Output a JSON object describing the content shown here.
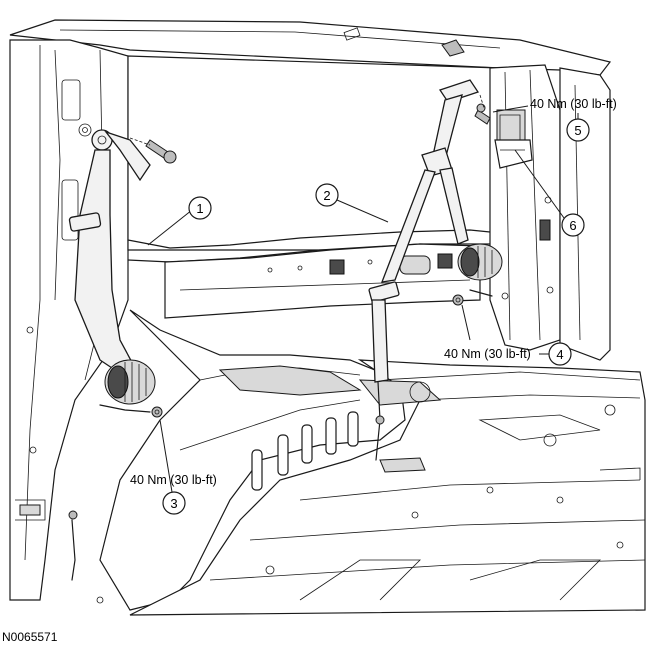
{
  "figure_id": "N0065571",
  "callouts": [
    {
      "number": "1"
    },
    {
      "number": "2"
    },
    {
      "number": "3",
      "torque": "40 Nm (30 lb-ft)"
    },
    {
      "number": "4",
      "torque": "40 Nm (30 lb-ft)"
    },
    {
      "number": "5",
      "torque": "40 Nm (30 lb-ft)"
    },
    {
      "number": "6"
    }
  ]
}
